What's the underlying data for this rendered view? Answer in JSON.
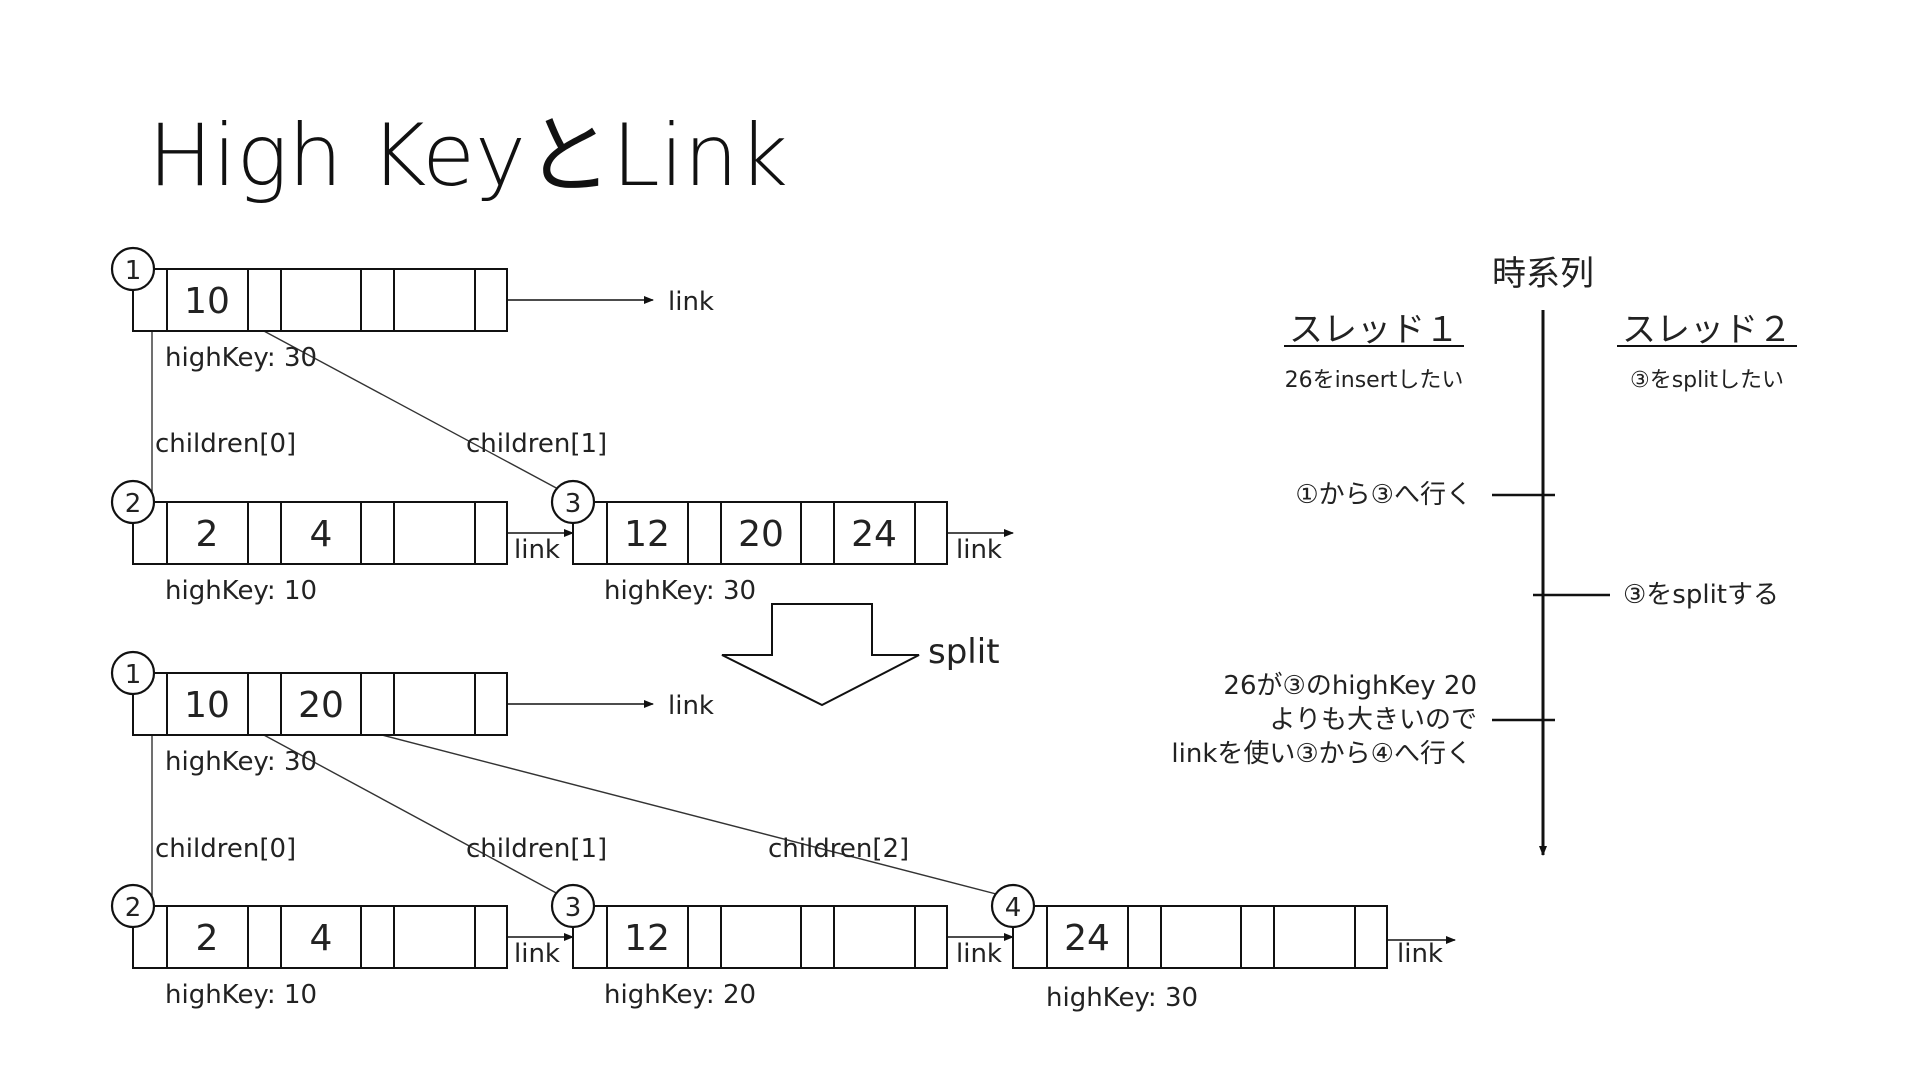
{
  "title": "High KeyとLink",
  "link_label": "link",
  "split_label": "split",
  "before": {
    "root": {
      "marker": "1",
      "keys": [
        "10",
        "",
        "",
        ""
      ],
      "high_key": "highKey: 30"
    },
    "left": {
      "marker": "2",
      "keys": [
        "2",
        "4",
        "",
        ""
      ],
      "high_key": "highKey: 10"
    },
    "right": {
      "marker": "3",
      "keys": [
        "12",
        "20",
        "24",
        ""
      ],
      "high_key": "highKey: 30"
    },
    "edges": [
      "children[0]",
      "children[1]"
    ]
  },
  "after": {
    "root": {
      "marker": "1",
      "keys": [
        "10",
        "20",
        "",
        ""
      ],
      "high_key": "highKey: 30"
    },
    "n2": {
      "marker": "2",
      "keys": [
        "2",
        "4",
        "",
        ""
      ],
      "high_key": "highKey: 10"
    },
    "n3": {
      "marker": "3",
      "keys": [
        "12",
        "",
        "",
        ""
      ],
      "high_key": "highKey: 20"
    },
    "n4": {
      "marker": "4",
      "keys": [
        "24",
        "",
        "",
        ""
      ],
      "high_key": "highKey: 30"
    },
    "edges": [
      "children[0]",
      "children[1]",
      "children[2]"
    ]
  },
  "timeline": {
    "title": "時系列",
    "thread1": {
      "name": "スレッド１",
      "goal": "26をinsertしたい"
    },
    "thread2": {
      "name": "スレッド２",
      "goal": "③をsplitしたい"
    },
    "events": {
      "t1_first": "①から③へ行く",
      "t2_split": "③をsplitする",
      "t1_second": [
        "26が③のhighKey 20",
        "よりも大きいので",
        "linkを使い③から④へ行く"
      ]
    }
  }
}
